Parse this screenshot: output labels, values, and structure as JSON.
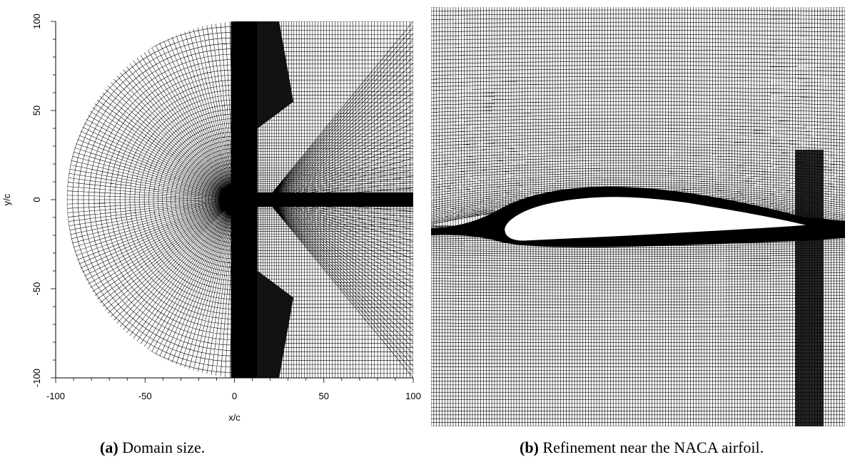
{
  "figure": {
    "panel_a": {
      "caption_tag": "(a)",
      "caption_text": "Domain size.",
      "xlabel": "x/c",
      "ylabel": "y/c",
      "x_ticks": [
        "-100",
        "-50",
        "0",
        "50",
        "100"
      ],
      "y_ticks": [
        "100",
        "50",
        "0",
        "-50",
        "-100"
      ]
    },
    "panel_b": {
      "caption_tag": "(b)",
      "caption_text": "Refinement near the NACA airfoil."
    }
  },
  "chart_data": [
    {
      "type": "mesh",
      "xlabel": "x/c",
      "ylabel": "y/c",
      "xlim": [
        -100,
        100
      ],
      "ylim": [
        -100,
        100
      ],
      "x_ticks": [
        -100,
        -50,
        0,
        50,
        100
      ],
      "y_ticks": [
        -100,
        -50,
        0,
        50,
        100
      ],
      "domain": "C-shaped mesh: semicircular upstream boundary of radius 100 centered at x=0, rectangular downstream region to x=100",
      "refinement": [
        "vertical band around x=0..15",
        "horizontal wake band around y=0",
        "airfoil near origin"
      ]
    },
    {
      "type": "mesh",
      "description_visible": "zoomed mesh around airfoil with refined wake",
      "grid": true
    }
  ]
}
